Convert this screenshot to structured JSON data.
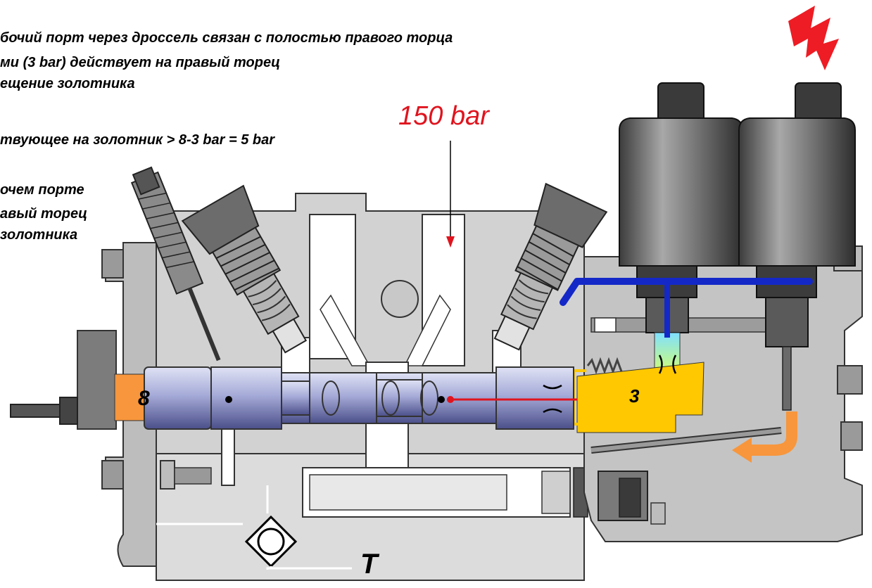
{
  "notes": {
    "line1": "бочий порт через дроссель связан с полостью правого торца",
    "line2": "ми (3 bar) действует на правый торец",
    "line3": "ещение золотника",
    "line4": "твующее на золотник > 8-3 bar = 5 bar",
    "line5": "очем порте",
    "line6": "авый торец",
    "line7": "золотника"
  },
  "pressure_label": "150 bar",
  "chamber_left": "8",
  "chamber_right": "3",
  "tank_label": "T",
  "colors": {
    "pressure_text": "#e0141e",
    "lightning": "#ee1c24",
    "pilot_line": "#1428c8",
    "signal_line": "#e0141e",
    "left_chamber": "#f7963c",
    "right_chamber": "#ffc800",
    "drain_arrow": "#f7963c",
    "spool": "#8a90c8",
    "housing": "#cfcfcf",
    "solenoid": "#6e6e6e"
  },
  "icons": [
    "lightning-bolt-icon",
    "check-valve-icon",
    "throttle-icon"
  ]
}
